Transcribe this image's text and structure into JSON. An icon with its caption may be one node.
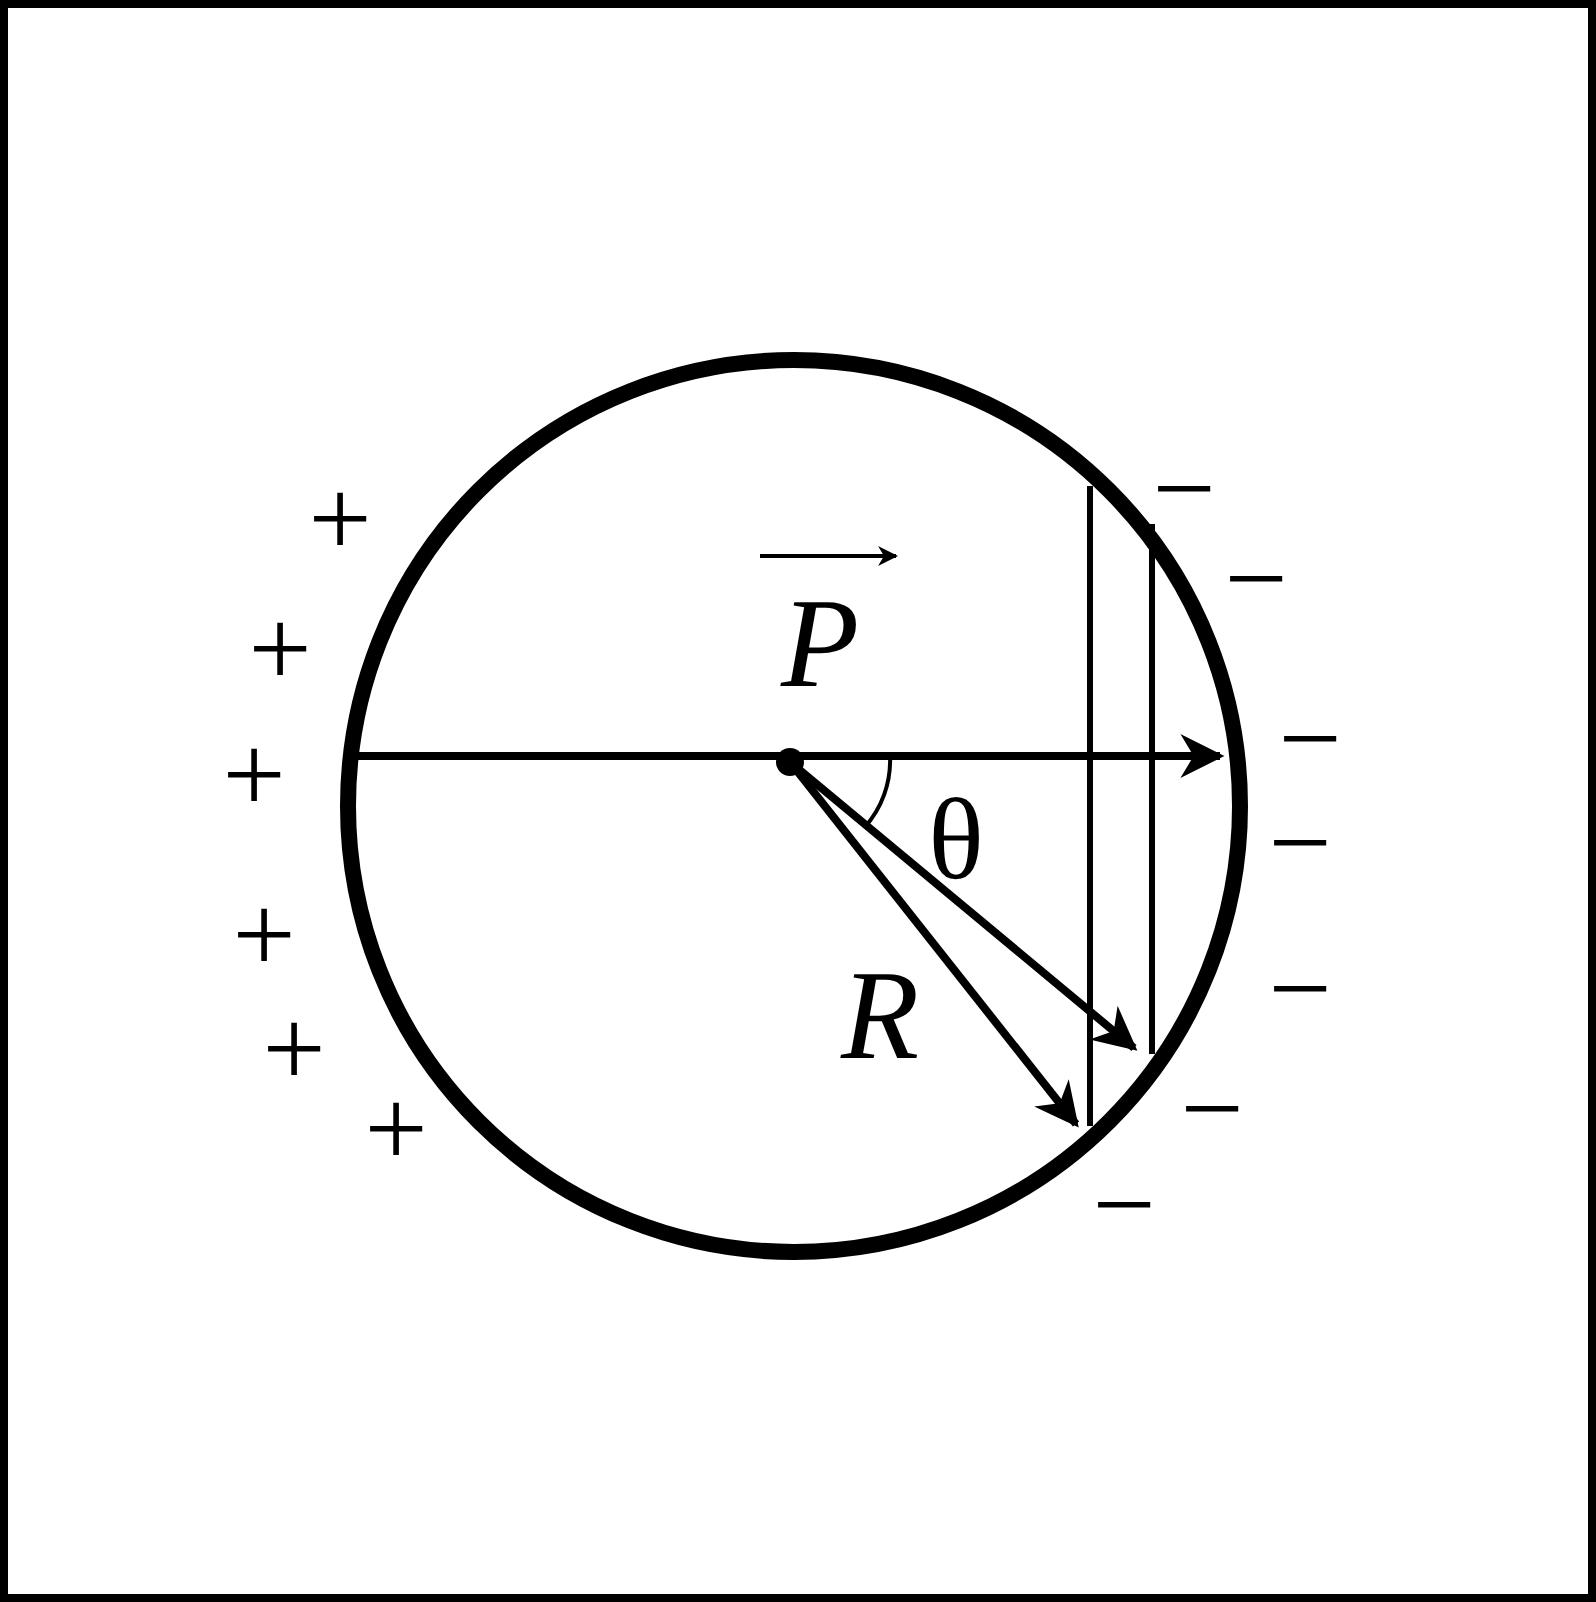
{
  "diagram": {
    "labels": [
      "+",
      "−",
      "−",
      "P",
      "+",
      "+",
      "−",
      "θ",
      "−",
      "+",
      "−",
      "R",
      "+",
      "−",
      "+",
      "−"
    ]
  }
}
